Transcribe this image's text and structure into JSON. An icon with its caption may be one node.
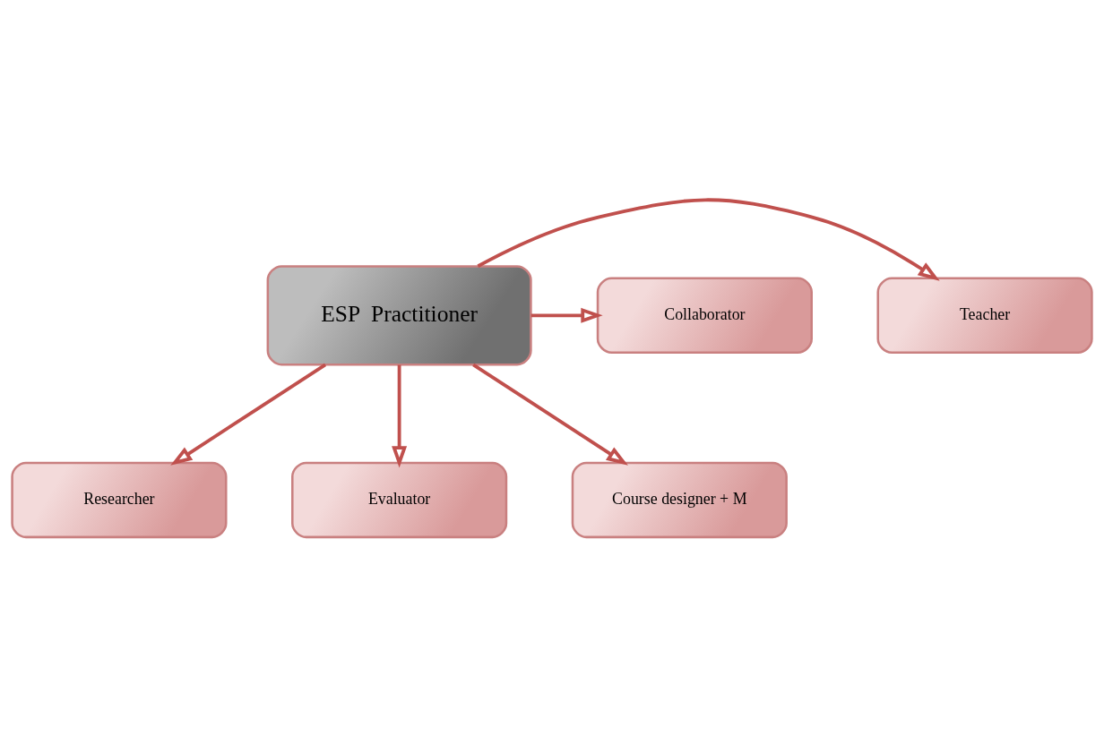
{
  "diagram": {
    "nodes": [
      {
        "text": [
          "Researcher"
        ]
      },
      {
        "text": [
          "Evaluator"
        ]
      },
      {
        "text": [
          "Teacher"
        ]
      },
      {
        "text": [
          "ESP  Practitioner"
        ]
      },
      {
        "text": [
          "Collaborator"
        ]
      },
      {
        "text": [
          "Course designer + M"
        ]
      }
    ],
    "edges": [
      {
        "from": 3,
        "to": 0,
        "arrow": "to"
      },
      {
        "from": 3,
        "to": 1,
        "arrow": "to"
      },
      {
        "from": 3,
        "to": 2,
        "arrow": "to"
      },
      {
        "from": 3,
        "to": 4,
        "arrow": "to"
      },
      {
        "from": 3,
        "to": 5,
        "arrow": "to"
      }
    ]
  }
}
